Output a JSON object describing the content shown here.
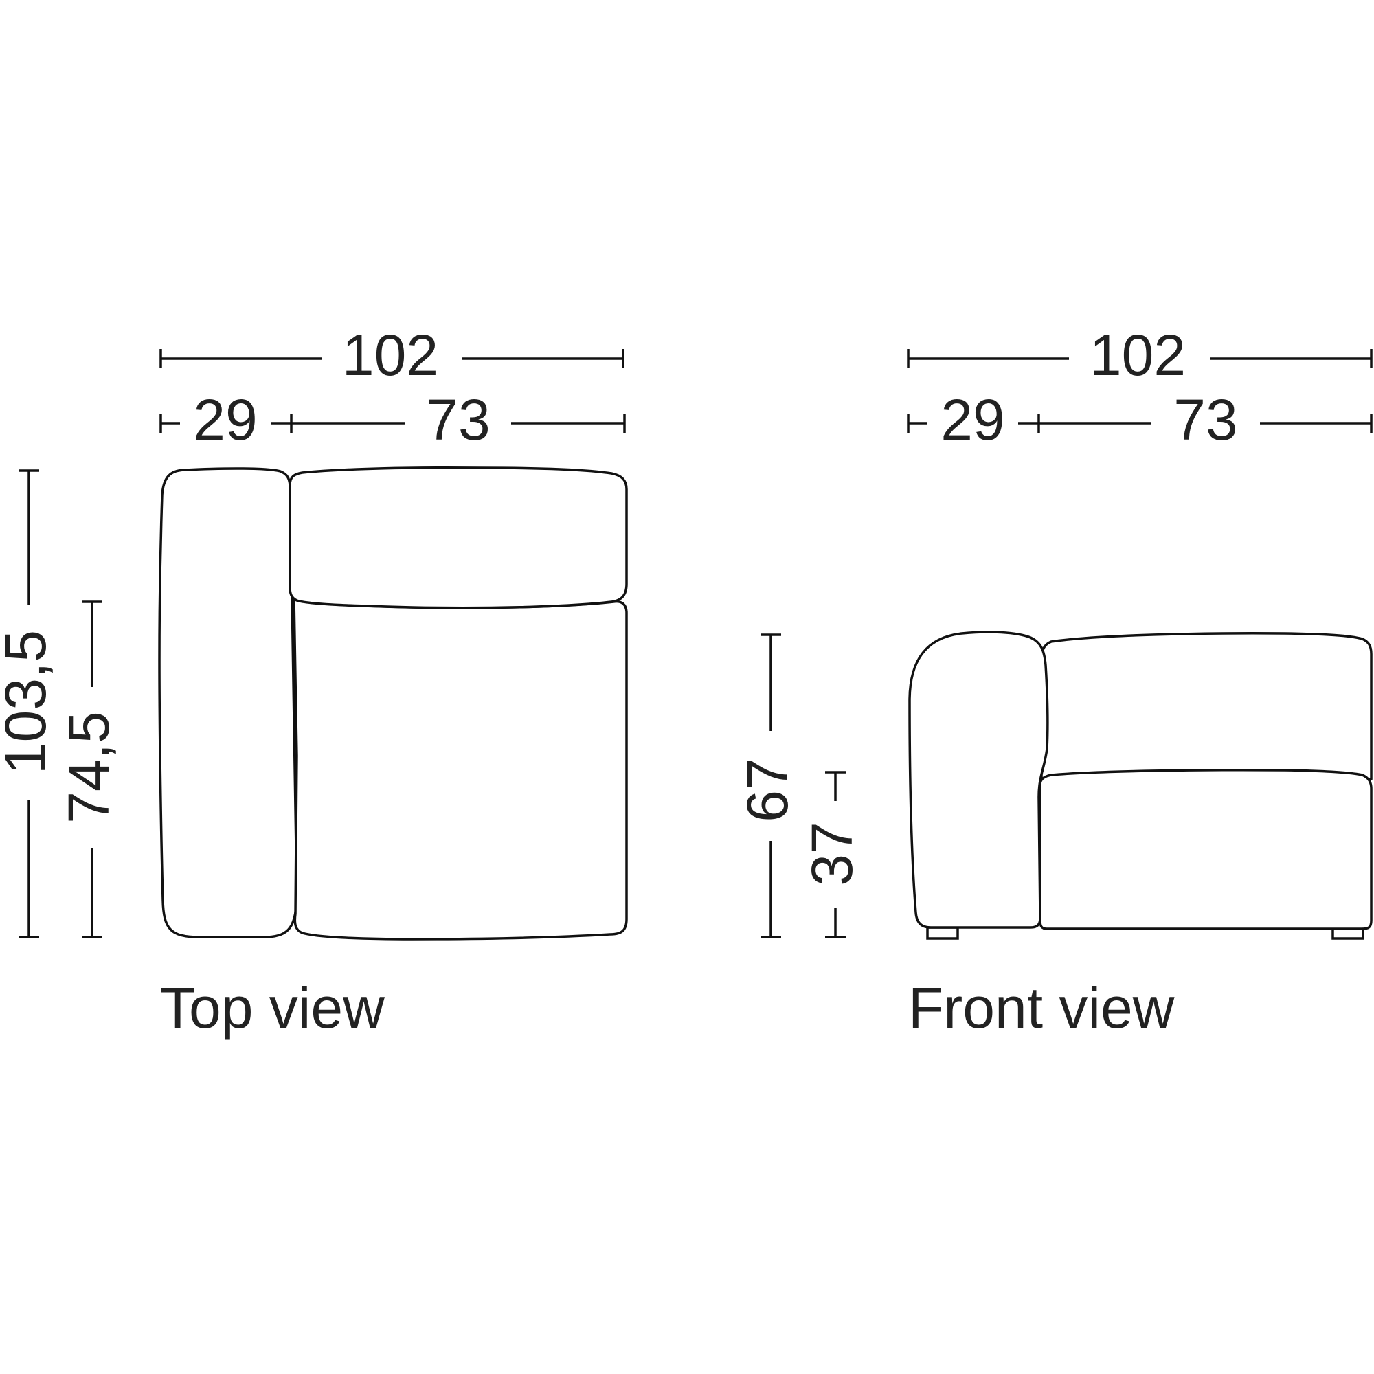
{
  "colors": {
    "ink": "#111111",
    "text": "#222222",
    "connector": "#dddddd",
    "background": "#ffffff"
  },
  "top_view": {
    "caption": "Top view",
    "width_total": "102",
    "width_arm": "29",
    "width_seat": "73",
    "depth_total": "103,5",
    "depth_seat": "74,5"
  },
  "front_view": {
    "caption": "Front view",
    "width_total": "102",
    "width_arm": "29",
    "width_seat": "73",
    "height_total": "67",
    "height_seat": "37"
  }
}
